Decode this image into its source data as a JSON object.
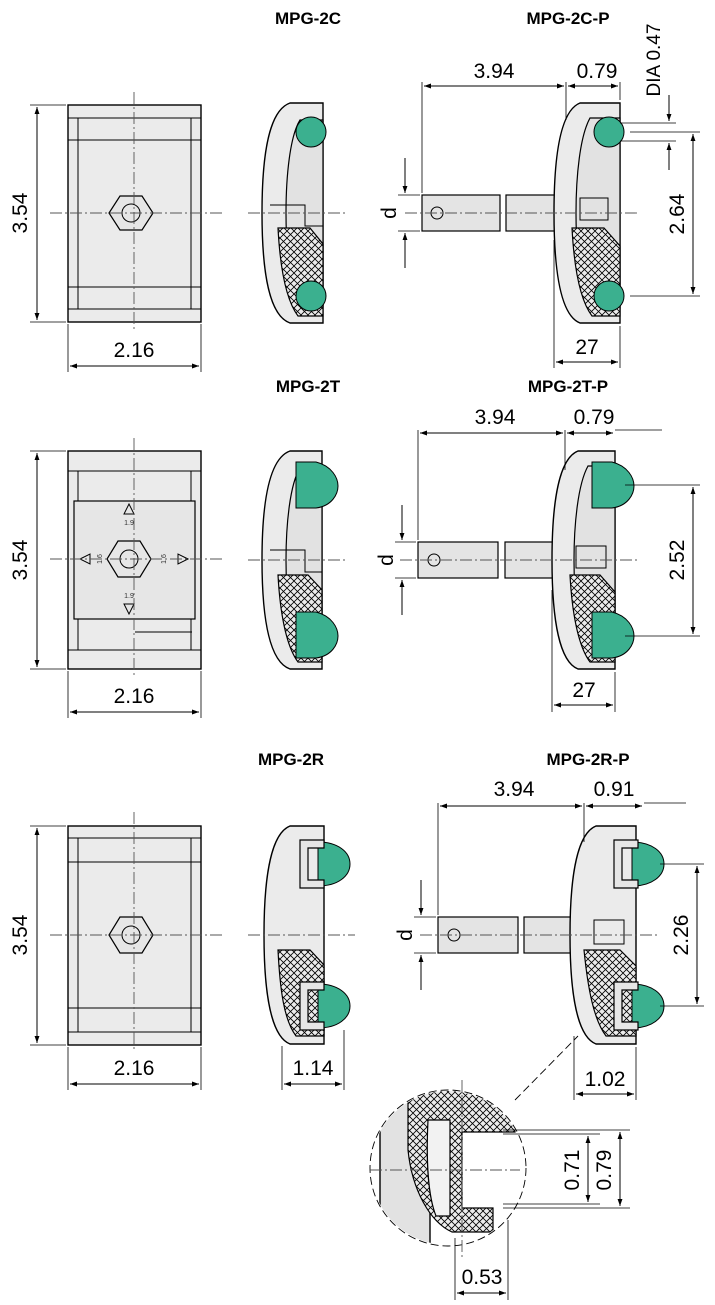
{
  "titles": {
    "row1_side": "MPG-2C",
    "row1_assembly": "MPG-2C-P",
    "row2_side": "MPG-2T",
    "row2_assembly": "MPG-2T-P",
    "row3_side": "MPG-2R",
    "row3_assembly": "MPG-2R-P"
  },
  "dims": {
    "row1": {
      "height": "3.54",
      "width": "2.16",
      "shaft_len": "3.94",
      "offset": "0.79",
      "dia": "DIA 0.47",
      "d": "d",
      "spacing": "2.64",
      "depth": "27"
    },
    "row2": {
      "height": "3.54",
      "width": "2.16",
      "shaft_len": "3.94",
      "offset": "0.79",
      "d": "d",
      "spacing": "2.52",
      "depth": "27"
    },
    "row3": {
      "height": "3.54",
      "width": "2.16",
      "side_depth": "1.14",
      "shaft_len": "3.94",
      "offset": "0.91",
      "d": "d",
      "spacing": "2.26",
      "depth": "1.02"
    },
    "detail": {
      "slot_inner": "0.71",
      "slot_outer": "0.79",
      "slot_width": "0.53"
    }
  },
  "plate_marks": {
    "top": "1.9",
    "bottom": "1.9",
    "left": "1.6",
    "right": "1.6"
  },
  "colors": {
    "grip": "#3bb08f",
    "body": "#ebebeb",
    "line": "#000000"
  }
}
